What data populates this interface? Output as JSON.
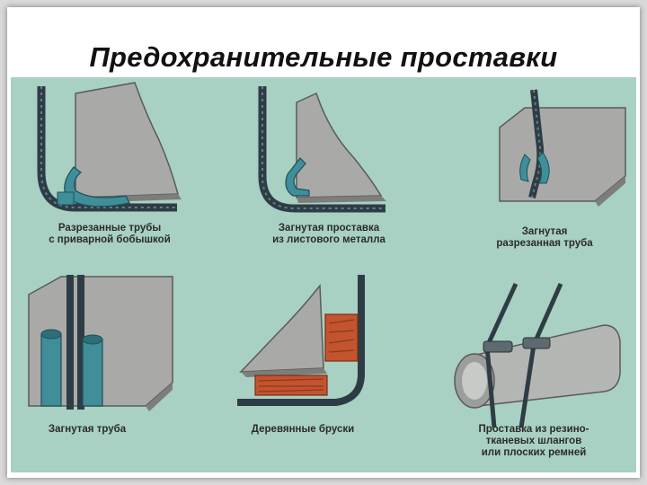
{
  "slide": {
    "title": "Предохранительные проставки"
  },
  "figures": [
    {
      "line1": "Разрезанные трубы",
      "line2": "с приварной бобышкой",
      "line3": ""
    },
    {
      "line1": "Загнутая проставка",
      "line2": "из листового металла",
      "line3": ""
    },
    {
      "line1": "Загнутая",
      "line2": "разрезанная труба",
      "line3": ""
    },
    {
      "line1": "Загнутая труба",
      "line2": "",
      "line3": ""
    },
    {
      "line1": "Деревянные бруски",
      "line2": "",
      "line3": ""
    },
    {
      "line1": "Проставка из резино-",
      "line2": "тканевых шлангов",
      "line3": "или плоских ремней"
    }
  ],
  "colors": {
    "background": "#a8d0c3",
    "sheet": "#a9aaa8",
    "rod": "#2e3d45",
    "teal": "#3f8e99",
    "wood": "#c4532f"
  }
}
